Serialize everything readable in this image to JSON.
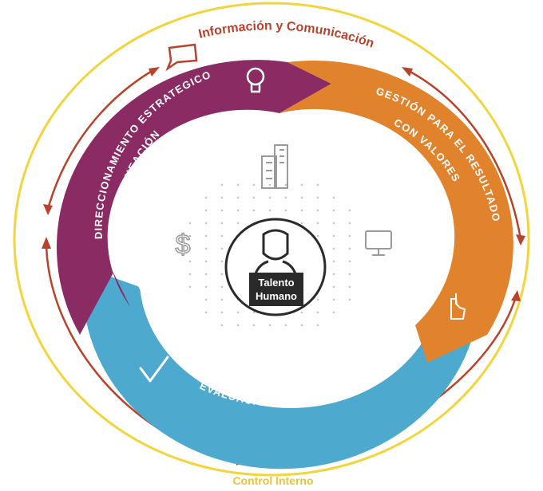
{
  "outer_top_label": "Información y Comunicación",
  "outer_bottom_label": "Control Interno",
  "segments": {
    "direccionamiento": {
      "line1": "DIRECCIONAMIENTO ESTRATEGICO",
      "line2": "Y PLANEACIÓN"
    },
    "gestion": {
      "line1": "GESTIÓN PARA EL RESULTADO",
      "line2": "CON VALORES"
    },
    "evaluacion": {
      "line1": "EVALUACIÓN DE RESULTADOS"
    }
  },
  "center": {
    "line1": "Talento",
    "line2": "Humano"
  },
  "colors": {
    "purple": "#8a2b63",
    "orange": "#e0832c",
    "blue": "#4ea9cf",
    "yellow": "#f2d53c",
    "red": "#b8432a",
    "dark": "#2a2a2a",
    "icon_gray": "#8c8c8c"
  },
  "icons": [
    "lightbulb-icon",
    "building-icon",
    "dollar-icon",
    "monitor-icon",
    "hand-pointer-icon",
    "checkmark-icon",
    "speech-bubble-icon",
    "person-icon"
  ]
}
